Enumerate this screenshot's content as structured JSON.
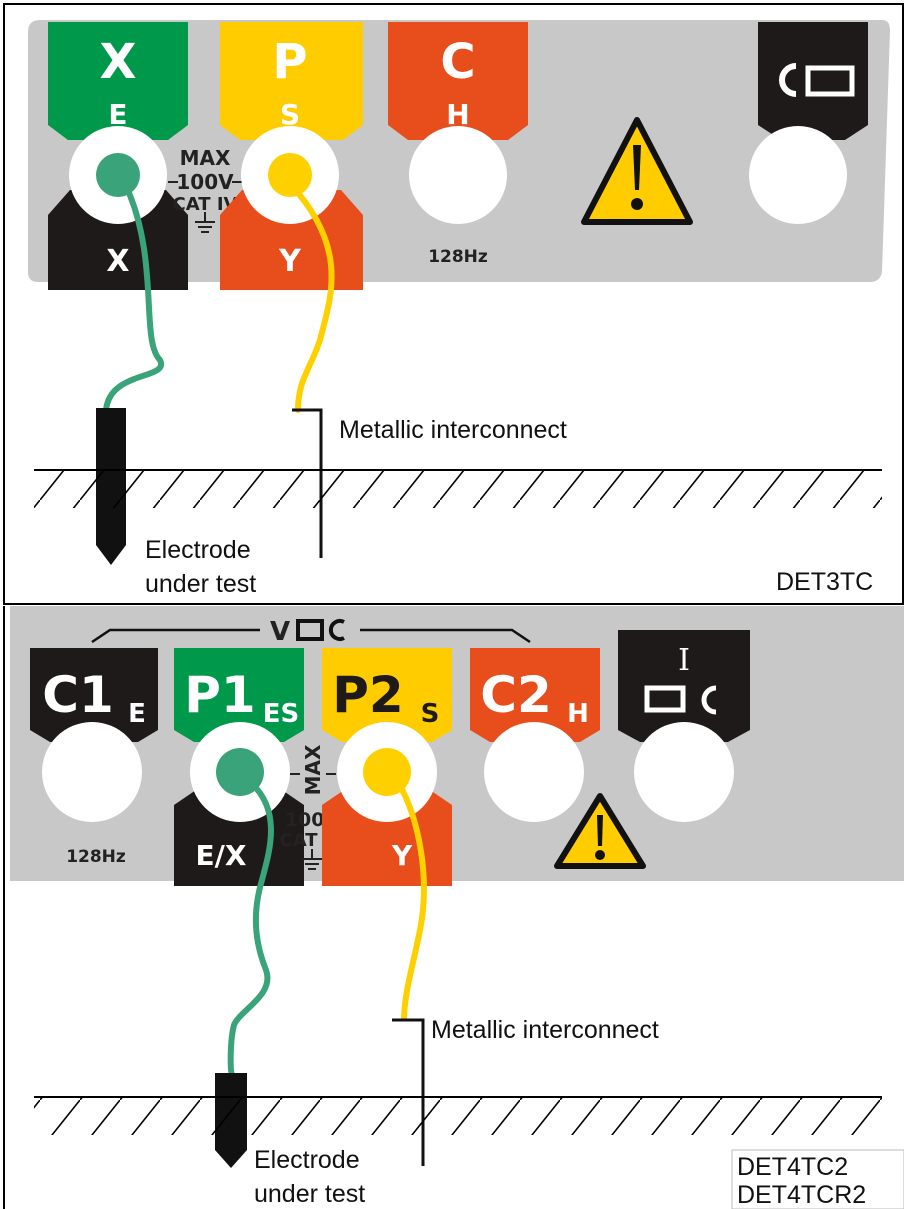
{
  "panel1": {
    "terminals": [
      {
        "top": "X",
        "sub": "E",
        "bottom": "X",
        "color": "#00994c"
      },
      {
        "top": "P",
        "sub": "S",
        "bottom": "Y",
        "color": "#ffcc00"
      },
      {
        "top": "C",
        "sub": "H",
        "color": "#e84e1b"
      }
    ],
    "max_label": "MAX",
    "voltage_label": "100V",
    "cat_label": "CAT IV",
    "freq_label": "128Hz",
    "metallic_label": "Metallic interconnect",
    "electrode_label_line1": "Electrode",
    "electrode_label_line2": "under test",
    "model": "DET3TC"
  },
  "panel2": {
    "bracket_label": "V",
    "terminals": [
      {
        "top": "C1",
        "sub": "E",
        "color": "#1e1a19"
      },
      {
        "top": "P1",
        "sub": "ES",
        "bottom": "E/X",
        "color": "#00994c"
      },
      {
        "top": "P2",
        "sub": "S",
        "bottom": "Y",
        "color": "#ffcc00"
      },
      {
        "top": "C2",
        "sub": "H",
        "color": "#e84e1b"
      }
    ],
    "current_label": "I",
    "max_label": "MAX",
    "voltage_label": "100V",
    "cat_label": "CAT IV",
    "freq_label": "128Hz",
    "metallic_label": "Metallic interconnect",
    "electrode_label_line1": "Electrode",
    "electrode_label_line2": "under test",
    "model_line1": "DET4TC2",
    "model_line2": "DET4TCR2"
  },
  "colors": {
    "panel_grey": "#c8c8c8",
    "green": "#00994c",
    "yellow": "#ffcc00",
    "red": "#e84e1b",
    "black": "#1e1a19",
    "lead_green": "#3aa37a",
    "lead_yellow": "#ffd000"
  },
  "icons": [
    "warning-icon",
    "clamp-icon",
    "ground-icon"
  ]
}
